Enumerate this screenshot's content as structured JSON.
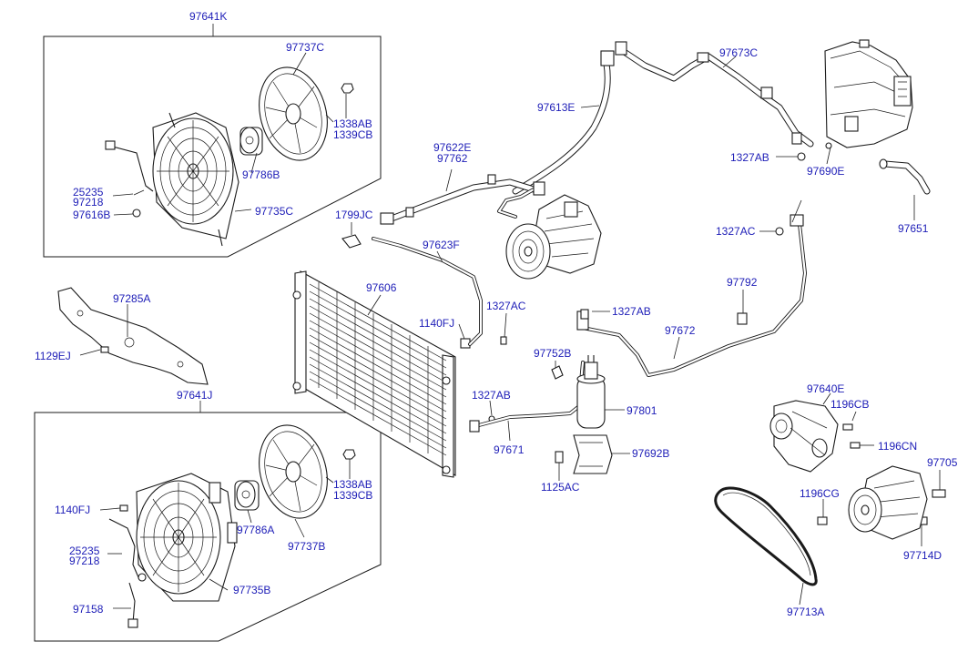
{
  "diagram": {
    "labels": {
      "l97641K": "97641K",
      "l97737C": "97737C",
      "l1338AB_top": "1338AB",
      "l1339CB_top": "1339CB",
      "l97786B": "97786B",
      "l25235_top": "25235",
      "l97218_top": "97218",
      "l97616B": "97616B",
      "l97735C": "97735C",
      "l97285A": "97285A",
      "l1129EJ": "1129EJ",
      "l97641J": "97641J",
      "l1338AB_bot": "1338AB",
      "l1339CB_bot": "1339CB",
      "l1140FJ_left": "1140FJ",
      "l97786A": "97786A",
      "l25235_bot": "25235",
      "l97218_bot": "97218",
      "l97737B": "97737B",
      "l97735B": "97735B",
      "l97158": "97158",
      "l97613E": "97613E",
      "l97673C": "97673C",
      "l97622E": "97622E",
      "l97762": "97762",
      "l1327AB_top": "1327AB",
      "l97690E": "97690E",
      "l1799JC": "1799JC",
      "l97623F": "97623F",
      "l1327AC_right": "1327AC",
      "l97651": "97651",
      "l97606": "97606",
      "l1327AC_mid": "1327AC",
      "l1140FJ_mid": "1140FJ",
      "l97792": "97792",
      "l1327AB_mid": "1327AB",
      "l97672": "97672",
      "l97752B": "97752B",
      "l1327AB_low": "1327AB",
      "l97801": "97801",
      "l97671": "97671",
      "l97692B": "97692B",
      "l1125AC": "1125AC",
      "l97640E": "97640E",
      "l1196CB": "1196CB",
      "l1196CN": "1196CN",
      "l97705": "97705",
      "l1196CG": "1196CG",
      "l97714D": "97714D",
      "l97713A": "97713A"
    }
  }
}
